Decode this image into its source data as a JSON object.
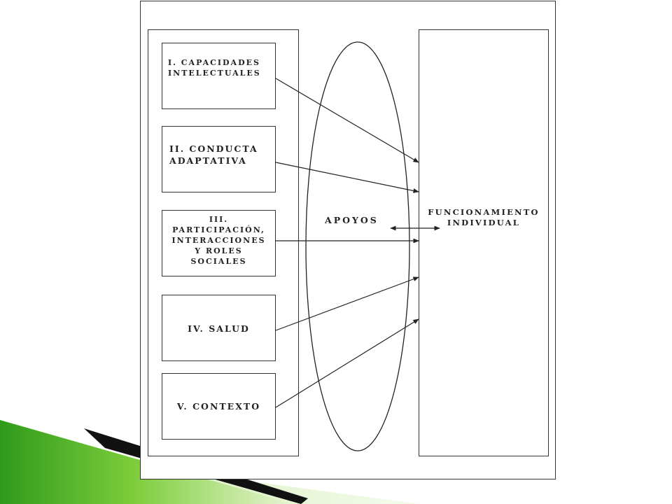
{
  "dimensions": [
    {
      "label": "I. CAPACIDADES\nINTELECTUALES"
    },
    {
      "label": "II. CONDUCTA\nADAPTATIVA"
    },
    {
      "label": "III.\nPARTICIPACIÓN,\nINTERACCIONES\nY ROLES\nSOCIALES"
    },
    {
      "label": "IV. SALUD"
    },
    {
      "label": "V. CONTEXTO"
    }
  ],
  "center": {
    "label": "APOYOS"
  },
  "outcome": {
    "label": "FUNCIONAMIENTO\nINDIVIDUAL"
  },
  "colors": {
    "line": "#222222",
    "accent_green": "#5cb82e",
    "accent_dark": "#111111"
  }
}
